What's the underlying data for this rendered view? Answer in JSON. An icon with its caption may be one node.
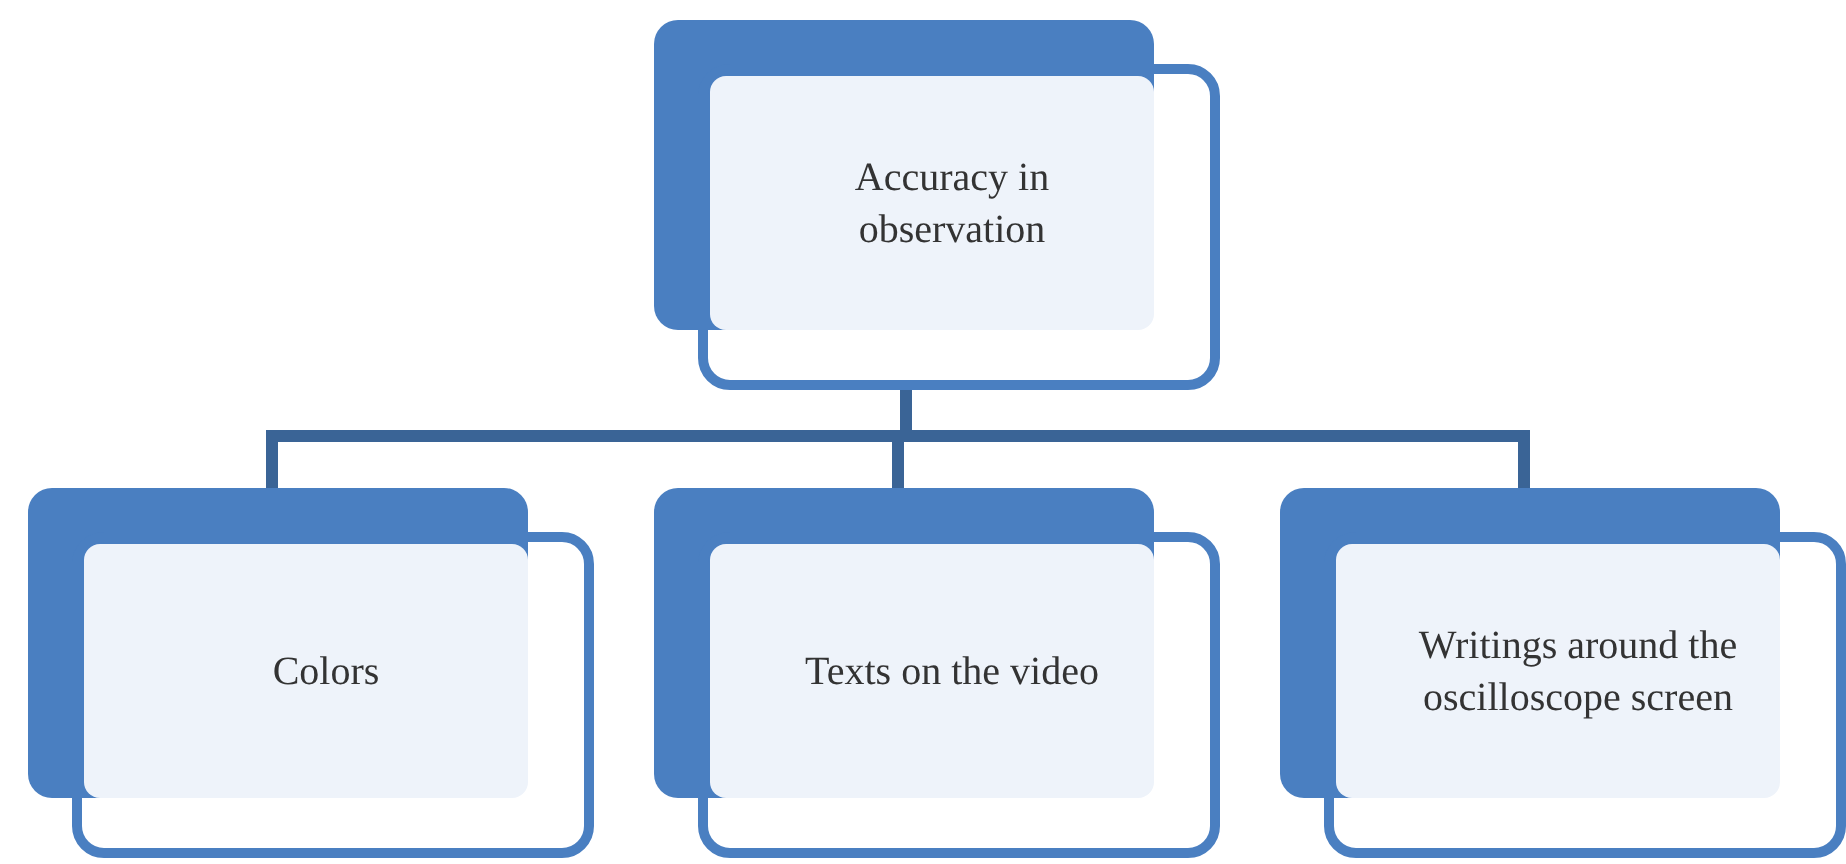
{
  "diagram": {
    "nodes": [
      {
        "text": [
          "Accuracy in observation"
        ]
      },
      {
        "text": [
          "Colors"
        ]
      },
      {
        "text": [
          "Texts on the video"
        ]
      },
      {
        "text": [
          "Writings around the oscilloscope screen"
        ]
      }
    ],
    "edges": [
      {
        "from": 0,
        "to": 1,
        "arrow": "none"
      },
      {
        "from": 0,
        "to": 2,
        "arrow": "none"
      },
      {
        "from": 0,
        "to": 3,
        "arrow": "none"
      }
    ]
  }
}
